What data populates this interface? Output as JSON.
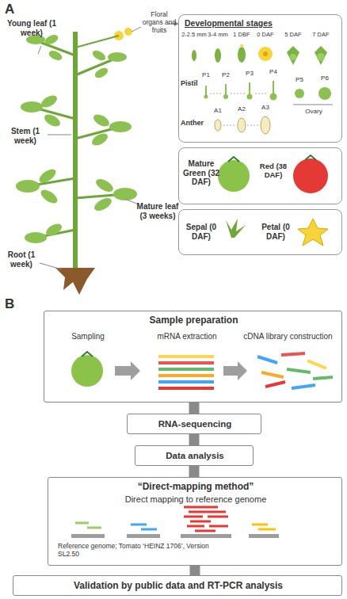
{
  "diagram": {
    "nodes": [
      {
        "text": [
          "Developmental stages"
        ]
      },
      {
        "text": [
          "Mature Green (32 DAF)",
          "Red (38 DAF)"
        ]
      },
      {
        "text": [
          "Sepal (0 DAF)",
          "Petal (0 DAF)"
        ]
      },
      {
        "text": [
          "Sample preparation",
          "Sampling",
          "mRNA extraction",
          "cDNA library construction"
        ]
      },
      {
        "text": [
          "RNA-sequencing"
        ]
      },
      {
        "text": [
          "Data analysis"
        ]
      },
      {
        "text": [
          "“Direct-mapping method”",
          "Direct mapping to reference genome",
          "Reference genome; Tomato ‘HEINZ 1706’, Version SL2.50"
        ]
      },
      {
        "text": [
          "Validation by public data and RT-PCR analysis"
        ]
      }
    ],
    "edges": [
      {
        "from": 3,
        "to": 4,
        "arrow": "none"
      },
      {
        "from": 4,
        "to": 5,
        "arrow": "none"
      },
      {
        "from": 5,
        "to": 6,
        "arrow": "none"
      },
      {
        "from": 6,
        "to": 7,
        "arrow": "none"
      }
    ],
    "labels": [
      "A",
      "Floral organs and fruits",
      "Young leaf (1 week)",
      "Stem (1 week)",
      "Mature leaf (3 weeks)",
      "Root (1 week)",
      "2-2.5 mm",
      "3-4 mm",
      "1 DBF",
      "0 DAF",
      "5 DAF",
      "7 DAF",
      "Pistil",
      "P1",
      "P2",
      "P3",
      "P4",
      "P5",
      "P6",
      "Anther",
      "A1",
      "A2",
      "A3",
      "Ovary",
      "B"
    ]
  }
}
